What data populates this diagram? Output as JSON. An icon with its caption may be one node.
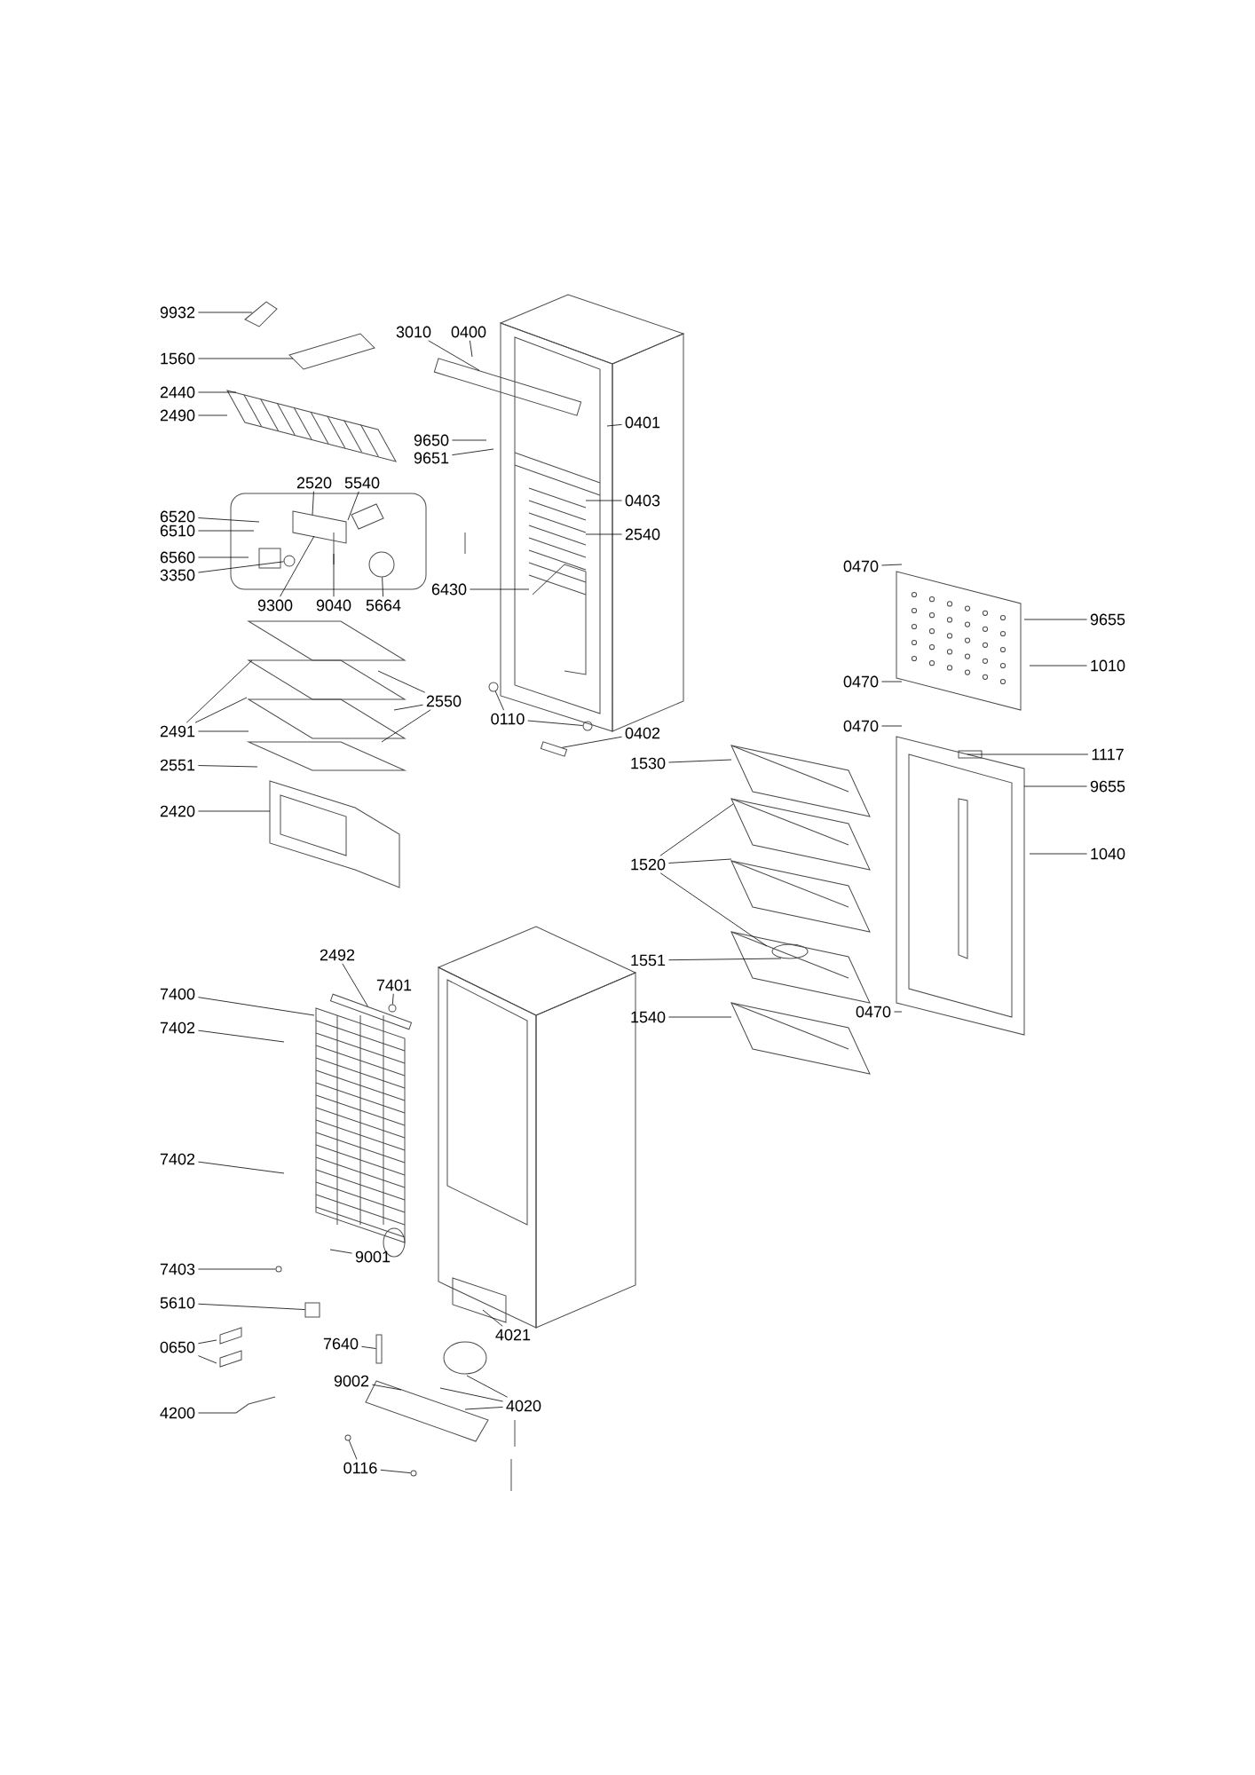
{
  "diagram": {
    "nodes": [
      {
        "text": [
          "9932"
        ]
      },
      {
        "text": [
          "1560"
        ]
      },
      {
        "text": [
          "2440"
        ]
      },
      {
        "text": [
          "2490"
        ]
      },
      {
        "text": [
          "3010"
        ]
      },
      {
        "text": [
          "0400"
        ]
      },
      {
        "text": [
          "0401"
        ]
      },
      {
        "text": [
          "9650"
        ]
      },
      {
        "text": [
          "9651"
        ]
      },
      {
        "text": [
          "2520"
        ]
      },
      {
        "text": [
          "5540"
        ]
      },
      {
        "text": [
          "6520"
        ]
      },
      {
        "text": [
          "6510"
        ]
      },
      {
        "text": [
          "6560"
        ]
      },
      {
        "text": [
          "3350"
        ]
      },
      {
        "text": [
          "0403"
        ]
      },
      {
        "text": [
          "2540"
        ]
      },
      {
        "text": [
          "9300"
        ]
      },
      {
        "text": [
          "9040"
        ]
      },
      {
        "text": [
          "5664"
        ]
      },
      {
        "text": [
          "6430"
        ]
      },
      {
        "text": [
          "0470"
        ]
      },
      {
        "text": [
          "9655"
        ]
      },
      {
        "text": [
          "1010"
        ]
      },
      {
        "text": [
          "0470"
        ]
      },
      {
        "text": [
          "0470"
        ]
      },
      {
        "text": [
          "2550"
        ]
      },
      {
        "text": [
          "2491"
        ]
      },
      {
        "text": [
          "0110"
        ]
      },
      {
        "text": [
          "0402"
        ]
      },
      {
        "text": [
          "2551"
        ]
      },
      {
        "text": [
          "1530"
        ]
      },
      {
        "text": [
          "1117"
        ]
      },
      {
        "text": [
          "9655"
        ]
      },
      {
        "text": [
          "2420"
        ]
      },
      {
        "text": [
          "1040"
        ]
      },
      {
        "text": [
          "1520"
        ]
      },
      {
        "text": [
          "2492"
        ]
      },
      {
        "text": [
          "1551"
        ]
      },
      {
        "text": [
          "7401"
        ]
      },
      {
        "text": [
          "7400"
        ]
      },
      {
        "text": [
          "0470"
        ]
      },
      {
        "text": [
          "1540"
        ]
      },
      {
        "text": [
          "7402"
        ]
      },
      {
        "text": [
          "7402"
        ]
      },
      {
        "text": [
          "9001"
        ]
      },
      {
        "text": [
          "7403"
        ]
      },
      {
        "text": [
          "5610"
        ]
      },
      {
        "text": [
          "4021"
        ]
      },
      {
        "text": [
          "0650"
        ]
      },
      {
        "text": [
          "7640"
        ]
      },
      {
        "text": [
          "9002"
        ]
      },
      {
        "text": [
          "4020"
        ]
      },
      {
        "text": [
          "4200"
        ]
      },
      {
        "text": [
          "0116"
        ]
      },
      {
        "text": [],
        "shape": "bar"
      },
      {
        "text": [],
        "shape": "circle"
      },
      {
        "text": [],
        "shape": "circle"
      },
      {
        "text": [],
        "shape": "circle"
      },
      {
        "text": [],
        "shape": "circle"
      },
      {
        "text": [],
        "shape": "bar"
      },
      {
        "text": [],
        "shape": "circle"
      },
      {
        "text": [],
        "shape": "circle"
      },
      {
        "text": [],
        "shape": "box"
      },
      {
        "text": [],
        "shape": "bar"
      },
      {
        "text": [],
        "shape": "circle"
      },
      {
        "text": [],
        "shape": "circle"
      },
      {
        "text": [],
        "shape": "bar"
      }
    ],
    "edges": [
      {
        "from": 0,
        "to": null,
        "arrow": "none"
      },
      {
        "from": 1,
        "to": null,
        "arrow": "none"
      },
      {
        "from": 2,
        "to": null,
        "arrow": "none"
      },
      {
        "from": 3,
        "to": null,
        "arrow": "none"
      },
      {
        "from": 4,
        "to": 55,
        "arrow": "none"
      },
      {
        "from": 5,
        "to": null,
        "arrow": "none"
      },
      {
        "from": 6,
        "to": null,
        "arrow": "none"
      },
      {
        "from": 7,
        "to": null,
        "arrow": "none"
      },
      {
        "from": 8,
        "to": null,
        "arrow": "none"
      },
      {
        "from": 9,
        "to": null,
        "arrow": "none"
      },
      {
        "from": 10,
        "to": null,
        "arrow": "none"
      },
      {
        "from": 11,
        "to": null,
        "arrow": "none"
      },
      {
        "from": 12,
        "to": null,
        "arrow": "none"
      },
      {
        "from": 13,
        "to": null,
        "arrow": "none"
      },
      {
        "from": 14,
        "to": 56,
        "arrow": "none"
      },
      {
        "from": 15,
        "to": null,
        "arrow": "none"
      },
      {
        "from": 16,
        "to": null,
        "arrow": "none"
      },
      {
        "from": 17,
        "to": null,
        "arrow": "none"
      },
      {
        "from": 18,
        "to": null,
        "arrow": "none"
      },
      {
        "from": 19,
        "to": 57,
        "arrow": "none"
      },
      {
        "from": 20,
        "to": null,
        "arrow": "none"
      },
      {
        "from": 21,
        "to": null,
        "arrow": "none"
      },
      {
        "from": 22,
        "to": null,
        "arrow": "none"
      },
      {
        "from": 23,
        "to": null,
        "arrow": "none"
      },
      {
        "from": 24,
        "to": null,
        "arrow": "none"
      },
      {
        "from": 25,
        "to": null,
        "arrow": "none"
      },
      {
        "from": 26,
        "to": null,
        "arrow": "none"
      },
      {
        "from": 26,
        "to": null,
        "arrow": "none"
      },
      {
        "from": 26,
        "to": null,
        "arrow": "none"
      },
      {
        "from": 27,
        "to": null,
        "arrow": "none"
      },
      {
        "from": 27,
        "to": null,
        "arrow": "none"
      },
      {
        "from": 27,
        "to": null,
        "arrow": "none"
      },
      {
        "from": 28,
        "to": 58,
        "arrow": "none"
      },
      {
        "from": 28,
        "to": 59,
        "arrow": "none"
      },
      {
        "from": 29,
        "to": 67,
        "arrow": "none"
      },
      {
        "from": 30,
        "to": null,
        "arrow": "none"
      },
      {
        "from": 31,
        "to": null,
        "arrow": "none"
      },
      {
        "from": 32,
        "to": null,
        "arrow": "none"
      },
      {
        "from": 33,
        "to": null,
        "arrow": "none"
      },
      {
        "from": 34,
        "to": null,
        "arrow": "none"
      },
      {
        "from": 35,
        "to": null,
        "arrow": "none"
      },
      {
        "from": 36,
        "to": null,
        "arrow": "none"
      },
      {
        "from": 36,
        "to": null,
        "arrow": "none"
      },
      {
        "from": 36,
        "to": null,
        "arrow": "none"
      },
      {
        "from": 37,
        "to": 60,
        "arrow": "none"
      },
      {
        "from": 38,
        "to": null,
        "arrow": "none"
      },
      {
        "from": 39,
        "to": 61,
        "arrow": "none"
      },
      {
        "from": 40,
        "to": null,
        "arrow": "none"
      },
      {
        "from": 41,
        "to": null,
        "arrow": "none"
      },
      {
        "from": 42,
        "to": null,
        "arrow": "none"
      },
      {
        "from": 43,
        "to": null,
        "arrow": "none"
      },
      {
        "from": 44,
        "to": null,
        "arrow": "none"
      },
      {
        "from": 45,
        "to": null,
        "arrow": "none"
      },
      {
        "from": 46,
        "to": 62,
        "arrow": "none"
      },
      {
        "from": 47,
        "to": 63,
        "arrow": "none"
      },
      {
        "from": 48,
        "to": null,
        "arrow": "none"
      },
      {
        "from": 49,
        "to": null,
        "arrow": "none"
      },
      {
        "from": 49,
        "to": null,
        "arrow": "none"
      },
      {
        "from": 50,
        "to": 64,
        "arrow": "none"
      },
      {
        "from": 51,
        "to": null,
        "arrow": "none"
      },
      {
        "from": 52,
        "to": null,
        "arrow": "none"
      },
      {
        "from": 52,
        "to": null,
        "arrow": "none"
      },
      {
        "from": 52,
        "to": null,
        "arrow": "none"
      },
      {
        "from": 53,
        "to": null,
        "arrow": "none"
      },
      {
        "from": 54,
        "to": 65,
        "arrow": "none"
      },
      {
        "from": 54,
        "to": 66,
        "arrow": "none"
      }
    ]
  }
}
